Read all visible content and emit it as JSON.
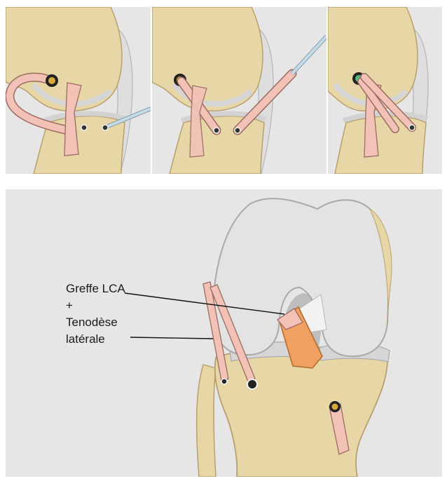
{
  "figure": {
    "labels": {
      "acl_graft": "Greffe LCA",
      "plus": "+",
      "tenodesis_line1": "Tenodèse",
      "tenodesis_line2": "latérale"
    },
    "colors": {
      "background": "#e6e6e6",
      "bone": "#e8d7a6",
      "bone_outline": "#b99f6e",
      "cartilage": "#dcdcdc",
      "tendon": "#f2c2b6",
      "tendon_outline": "#9c6a62",
      "acl_graft": "#f0a060",
      "tunnel_ring": "#d9a83a",
      "instrument": "#c7dbe6"
    },
    "icons": [
      "femur-bone-icon",
      "tibia-bone-icon",
      "graft-tendon-icon",
      "guide-wire-icon",
      "bone-tunnel-icon"
    ]
  }
}
